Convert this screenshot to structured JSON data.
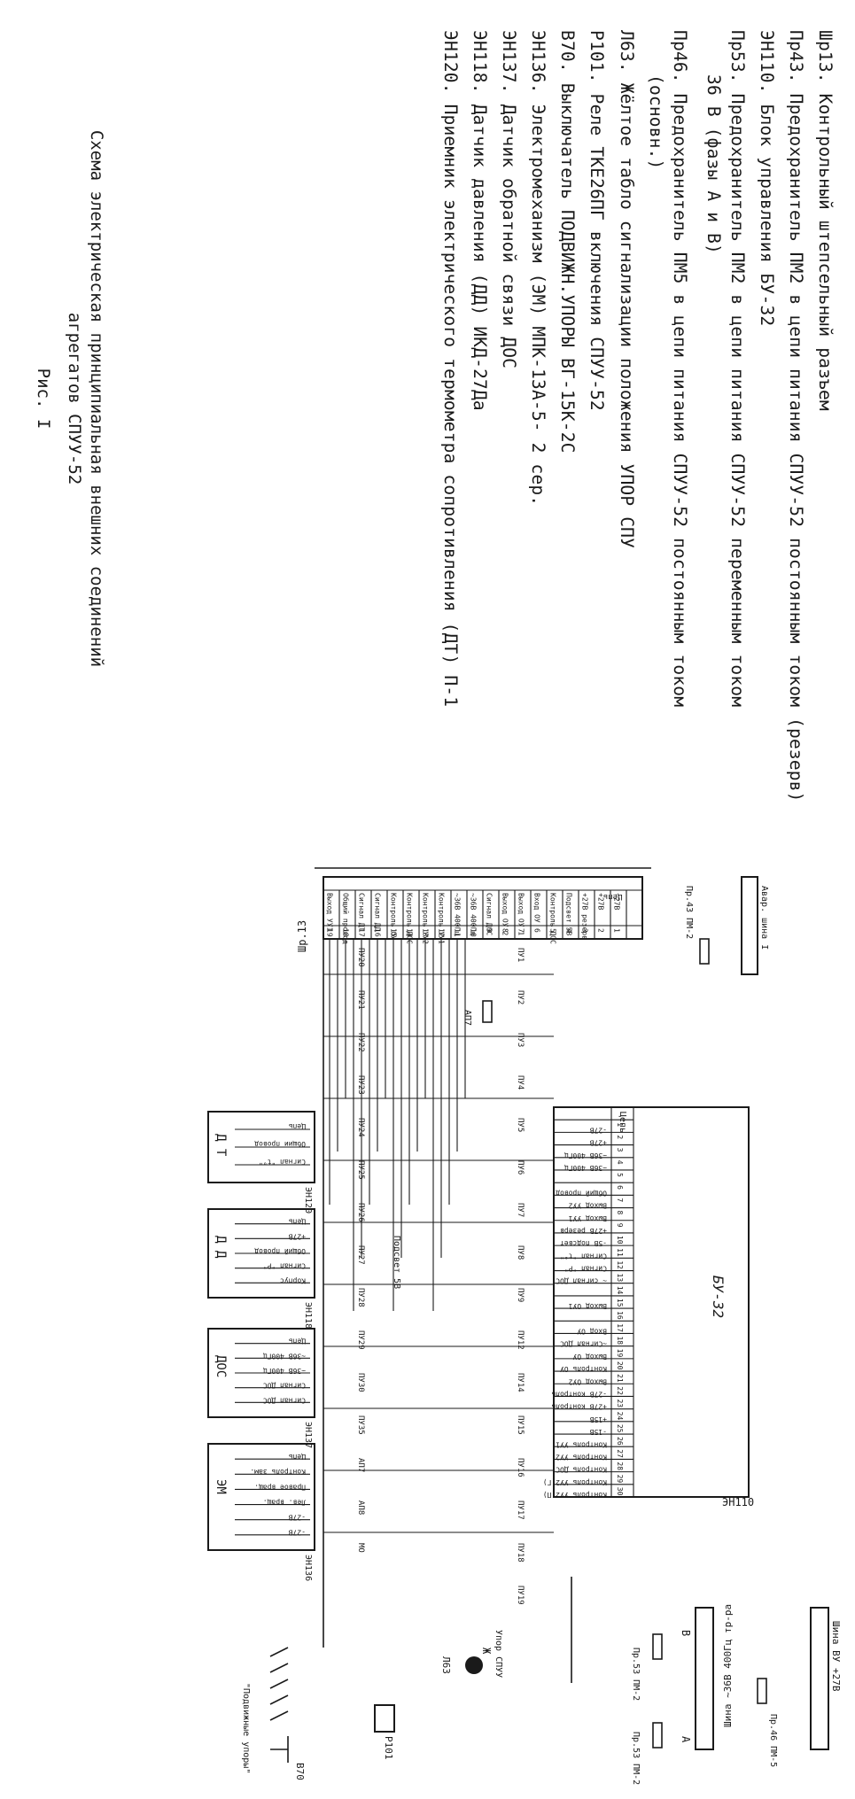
{
  "legend": [
    "Шр13. Контрольный штепсельный разъем",
    "Пр43. Предохранитель ПМ2 в цепи питания СПУУ-52 постоянным током (резерв)",
    "ЭН110. Блок управления БУ-32",
    "Пр53. Предохранитель ПМ2 в цепи питания СПУУ-52 переменным током",
    "36 В (фазы А и В)",
    "Пр46. Предохранитель ПМ5 в цепи питания СПУУ-52 постоянным током",
    "(основн.)",
    "Л63. Жёлтое табло сигнализации положения УПОР СПУ",
    "Р101. Реле ТКЕ26ПГ включения СПУУ-52",
    "В70. Выключатель ПОДВИЖН.УПОРЫ ВГ-15К-2С",
    "ЭН136. Электромеханизм (ЭМ) МПК-13А-5- 2 сер.",
    "ЭН137. Датчик обратной связи ДОС",
    "ЭН118. Датчик давления (ДД) ИКД-27Да",
    "ЭН120. Приемник электрического термометра сопротивления (ДТ) П-1"
  ],
  "caption": [
    "Схема электрическая принципиальная внешних соединений",
    "агрегатов СПУУ-52",
    "Рис. I"
  ],
  "diagram": {
    "connector": {
      "title": "Шр.13",
      "header": "Цепь",
      "rows": [
        "-27В",
        "+27В",
        "+27В резерв",
        "Подсвет 5В",
        "Контроль ДОС",
        "Вход ОУ",
        "Выход ОУ 1",
        "Выход ОУ 2",
        "Сигнал ДОС",
        "~36В 400Гц",
        "~36В 400Гц",
        "Контроль УУ1",
        "Контроль УУ2",
        "Контроль ДОС",
        "Контроль ОУ",
        "Сигнал ДД",
        "Сигнал ДТ",
        "Общий провод",
        "Выход УУ1"
      ]
    },
    "bu32": {
      "title": "БУ-32",
      "id": "ЭН110",
      "header": "Цепь",
      "pins": [
        {
          "n": "1",
          "label": "-27В"
        },
        {
          "n": "2",
          "label": "+27В"
        },
        {
          "n": "3",
          "label": "~36В 400Гц"
        },
        {
          "n": "4",
          "label": "~36В 400Гц"
        },
        {
          "n": "5",
          "label": ""
        },
        {
          "n": "6",
          "label": "Общий провод"
        },
        {
          "n": "7",
          "label": "Выход УУ2"
        },
        {
          "n": "8",
          "label": "Выход УУ1"
        },
        {
          "n": "9",
          "label": "+27В резерв"
        },
        {
          "n": "10",
          "label": "-5В подсвет"
        },
        {
          "n": "11",
          "label": "Сигнал \"t°\""
        },
        {
          "n": "12",
          "label": "Сигнал \"P\""
        },
        {
          "n": "13",
          "label": "~ сигнал ДОС"
        },
        {
          "n": "14",
          "label": ""
        },
        {
          "n": "15",
          "label": "Выход ОУ1"
        },
        {
          "n": "16",
          "label": ""
        },
        {
          "n": "17",
          "label": "Вход ОУ"
        },
        {
          "n": "18",
          "label": "~Сигнал ДОС"
        },
        {
          "n": "19",
          "label": "Выход ОУ"
        },
        {
          "n": "20",
          "label": "Контроль ОУ"
        },
        {
          "n": "21",
          "label": "Выход ОУ2"
        },
        {
          "n": "22",
          "label": "-27В контроль"
        },
        {
          "n": "23",
          "label": "+27В контроль"
        },
        {
          "n": "24",
          "label": "+15В"
        },
        {
          "n": "25",
          "label": "-15В"
        },
        {
          "n": "26",
          "label": "Контроль УУ1"
        },
        {
          "n": "27",
          "label": "Контроль УУ2"
        },
        {
          "n": "28",
          "label": "Контроль ДОС"
        },
        {
          "n": "29",
          "label": "Контроль УУ2(Г)"
        },
        {
          "n": "30",
          "label": "Контроль УУ2(П)"
        }
      ]
    },
    "dt": {
      "title": "Д Т",
      "id": "ЭН120",
      "rows": [
        "Цепь",
        "Общий провод",
        "Сигнал \"t°\""
      ]
    },
    "dd": {
      "title": "Д Д",
      "id": "ЭН118",
      "rows": [
        "Цепь",
        "+27В",
        "Общий провод",
        "Сигнал \"P\"",
        "Корпус"
      ]
    },
    "dos": {
      "title": "ДОС",
      "id": "ЭН137",
      "rows": [
        "Цепь",
        "~36В 400Гц",
        "~36В 400Гц",
        "Сигнал ДОС",
        "Сигнал ДОС"
      ]
    },
    "em": {
      "title": "ЭМ",
      "id": "ЭН136",
      "rows": [
        "Цепь",
        "Контроль зам.",
        "Правое вращ.",
        "Лев. вращ.",
        "-27В",
        "-27В"
      ]
    },
    "wires": [
      "ПУ1",
      "ПУ2",
      "ПУ3",
      "ПУ4",
      "ПУ5",
      "ПУ6",
      "ПУ7",
      "ПУ8",
      "ПУ9",
      "ПУ12",
      "ПУ14",
      "ПУ15",
      "ПУ16",
      "ПУ17",
      "ПУ18",
      "ПУ19",
      "ПУ20",
      "ПУ21",
      "ПУ22",
      "ПУ23",
      "ПУ24",
      "ПУ25",
      "ПУ26",
      "ПУ27",
      "ПУ28",
      "ПУ29",
      "ПУ30",
      "ПУ35",
      "АП7",
      "АП8",
      "МО"
    ],
    "labels": {
      "bus_ac": "Шина ~36В 400Гц тр-ра",
      "bus_phase_a": "А",
      "bus_phase_b": "В",
      "bus_dc_top": "Авар. шина I",
      "bus_dc": "Шина ВУ +27В",
      "fuse43": "Пр.43 ПМ-2",
      "fuse53a": "Пр.53 ПМ-2",
      "fuse53b": "Пр.53 ПМ-2",
      "fuse46": "Пр.46 ПМ-5",
      "lamp": "Л63",
      "lamp_text": "Упор СПУУ",
      "lamp_mark": "Ж",
      "relay": "Р101",
      "switch": "В70",
      "switch_text": "\"Подвижные упоры\"",
      "backlight": "Подсвет 5В",
      "ap7": "АП7"
    }
  }
}
